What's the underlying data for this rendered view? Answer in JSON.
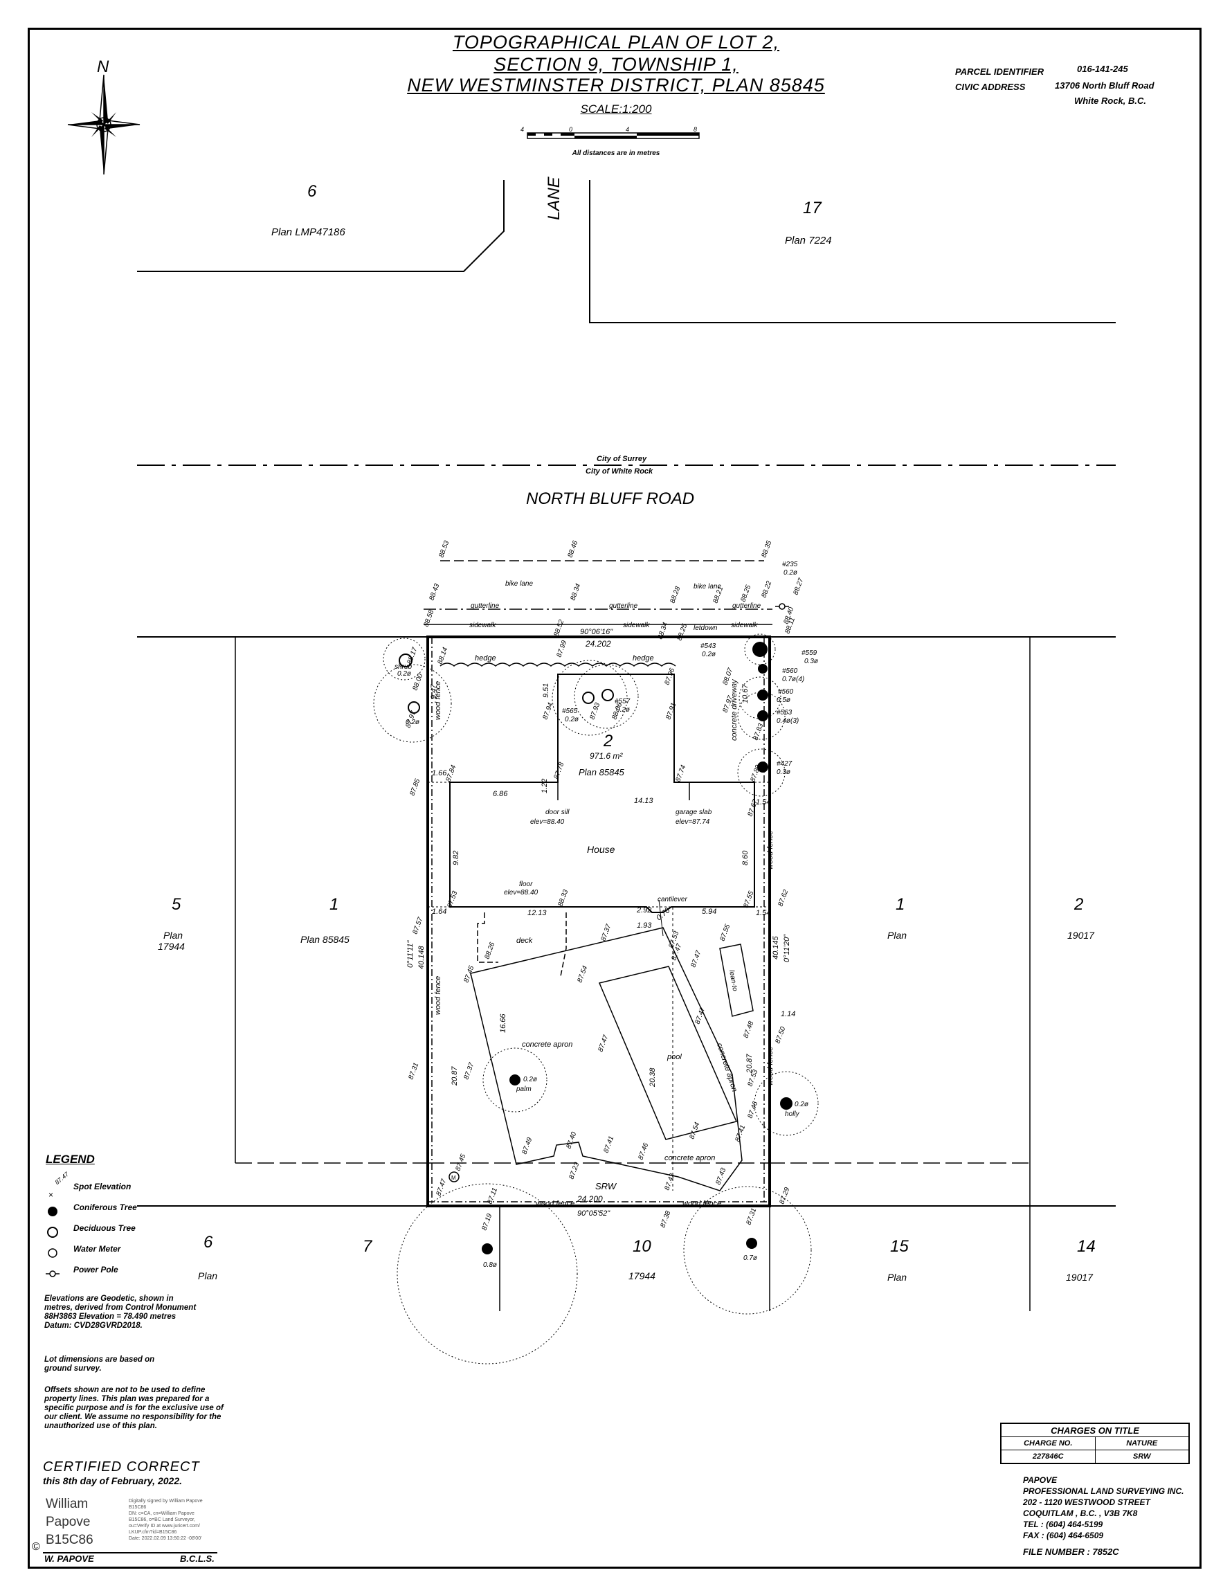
{
  "title": {
    "line1": "TOPOGRAPHICAL PLAN OF LOT 2,",
    "line2": "SECTION 9, TOWNSHIP 1,",
    "line3": "NEW WESTMINSTER DISTRICT, PLAN 85845"
  },
  "scale": {
    "label": "SCALE:1:200",
    "ticks": [
      "4",
      "0",
      "4",
      "8"
    ],
    "note": "All distances are in metres"
  },
  "parcel": {
    "pid_label": "PARCEL IDENTIFIER",
    "pid_value": "016-141-245",
    "civic_label": "CIVIC ADDRESS",
    "civic_line1": "13706 North Bluff Road",
    "civic_line2": "White Rock, B.C."
  },
  "north_label": "N",
  "map": {
    "lot6_top": "6",
    "lot6_top_plan": "Plan LMP47186",
    "lane": "LANE",
    "lot17": "17",
    "lot17_plan": "Plan 7224",
    "boundary_surrey": "City of Surrey",
    "boundary_whiterock": "City of White Rock",
    "road": "NORTH BLUFF ROAD",
    "lot5": "5",
    "lot5_plan": "Plan",
    "lot5_plan_no": "17944",
    "lot1_left": "1",
    "lot1_left_plan": "Plan 85845",
    "lot1_right": "1",
    "lot1_right_plan": "Plan",
    "lot2_right": "2",
    "lot2_right_plan": "19017",
    "lot6_bottom": "6",
    "lot6_bottom_plan": "Plan",
    "lot7": "7",
    "lot10": "10",
    "lot10_plan": "17944",
    "lot15": "15",
    "lot15_plan": "Plan",
    "lot14": "14",
    "lot14_plan": "19017",
    "subject_lot": "2",
    "subject_area": "971.6 m²",
    "subject_plan": "Plan 85845",
    "house": "House",
    "door_sill": "door sill",
    "door_sill_elev": "elev=88.40",
    "garage_slab": "garage slab",
    "garage_slab_elev": "elev=87.74",
    "floor": "floor",
    "floor_elev": "elev=88.40",
    "cantilever": "cantilever",
    "deck": "deck",
    "pool": "pool",
    "concrete_apron": "concrete apron",
    "concrete_driveway": "concrete driveway",
    "lean_to": "lean-to",
    "hedge": "hedge",
    "wood_fence": "wood fence",
    "srw": "SRW",
    "bike_lane": "bike lane",
    "gutterline": "gutterline",
    "sidewalk": "sidewalk",
    "letdown": "letdown",
    "front_dim": "24.202",
    "front_bearing": "90°06'16\"",
    "rear_dim": "24.200",
    "rear_bearing": "90°05'52\"",
    "left_dim": "40.148",
    "left_bearing": "0°11'11\"",
    "right_dim": "40.145",
    "right_bearing": "0°11'20\"",
    "trees": [
      {
        "tag": "",
        "dia": "0.2ø",
        "note": "shrub"
      },
      {
        "tag": "",
        "dia": "0.2ø",
        "note": ""
      },
      {
        "tag": "#565",
        "dia": "0.2ø",
        "note": ""
      },
      {
        "tag": "#557",
        "dia": "0.2ø",
        "note": ""
      },
      {
        "tag": "#543",
        "dia": "0.2ø",
        "note": ""
      },
      {
        "tag": "#235",
        "dia": "0.2ø",
        "note": ""
      },
      {
        "tag": "#559",
        "dia": "0.3ø",
        "note": ""
      },
      {
        "tag": "#560",
        "dia": "0.7ø(4)",
        "note": ""
      },
      {
        "tag": "#560",
        "dia": "0.5ø",
        "note": ""
      },
      {
        "tag": "#563",
        "dia": "0.4ø(3)",
        "note": ""
      },
      {
        "tag": "#427",
        "dia": "0.3ø",
        "note": ""
      },
      {
        "tag": "",
        "dia": "0.2ø",
        "note": "palm"
      },
      {
        "tag": "",
        "dia": "0.2ø",
        "note": "holly"
      },
      {
        "tag": "",
        "dia": "0.8ø",
        "note": ""
      },
      {
        "tag": "",
        "dia": "0.7ø",
        "note": ""
      }
    ],
    "elevations": [
      "88.53",
      "88.46",
      "88.35",
      "88.43",
      "88.34",
      "88.28",
      "88.21",
      "88.25",
      "88.22",
      "88.27",
      "88.58",
      "88.52",
      "88.34",
      "88.25",
      "88.40",
      "88.11",
      "88.17",
      "88.14",
      "88.00",
      "87.99",
      "87.96",
      "88.07",
      "87.93",
      "88.06",
      "87.94",
      "87.91",
      "87.97",
      "87.83",
      "87.97",
      "87.85",
      "87.84",
      "87.78",
      "87.74",
      "87.80",
      "87.67",
      "87.57",
      "87.53",
      "88.33",
      "87.37",
      "87.55",
      "87.62",
      "87.45",
      "88.26",
      "87.54",
      "87.47",
      "87.53",
      "87.47",
      "87.47",
      "87.55",
      "87.31",
      "87.37",
      "87.47",
      "87.48",
      "87.50",
      "87.49",
      "87.40",
      "87.41",
      "87.46",
      "87.54",
      "87.53",
      "87.46",
      "87.41",
      "87.45",
      "87.23",
      "87.42",
      "87.43",
      "87.47",
      "87.11",
      "87.19",
      "87.38",
      "87.31",
      "87.29",
      "87.32"
    ],
    "dims": [
      "9.47",
      "9.51",
      "1.66",
      "6.86",
      "1.22",
      "14.13",
      "10.67",
      "1.54",
      "9.82",
      "8.60",
      "1.64",
      "12.13",
      "2.92",
      "1.93",
      "0.70",
      "5.94",
      "1.54",
      "16.66",
      "20.87",
      "20.38",
      "20.87",
      "1.14"
    ]
  },
  "legend": {
    "heading": "LEGEND",
    "spot_sample": "87.47",
    "items": [
      "Spot Elevation",
      "Coniferous Tree",
      "Deciduous Tree",
      "Water Meter",
      "Power Pole"
    ]
  },
  "notes": {
    "n1": "Elevations are Geodetic, shown in metres, derived from Control Monument 88H3863 Elevation = 78.490 metres Datum: CVD28GVRD2018.",
    "n2": "Lot dimensions are based on ground survey.",
    "n3": "Offsets shown are not to be used to define property lines. This plan was prepared for a specific purpose and is for the exclusive use of our client. We assume no responsibility for the unauthorized use of this plan."
  },
  "certification": {
    "line1": "CERTIFIED CORRECT",
    "line2": "this 8th day of February, 2022.",
    "sig_line1": "William",
    "sig_line2": "Papove",
    "sig_line3": "B15C86",
    "digital_1": "Digitally signed by William Papove",
    "digital_2": "B15C86",
    "digital_3": "DN: c=CA, cn=William Papove",
    "digital_4": "B15C86, o=BC Land Surveyor,",
    "digital_5": "ou=Verify ID at www.juricert.com/",
    "digital_6": "LKUP.cfm?id=B15C86",
    "digital_7": "Date: 2022.02.09 13:50:22 -08'00'",
    "copyright": "©",
    "surveyor": "W. PAPOVE",
    "designation": "B.C.L.S."
  },
  "charges": {
    "heading": "CHARGES ON TITLE",
    "col1": "CHARGE NO.",
    "col2": "NATURE",
    "rows": [
      {
        "no": "227846C",
        "nature": "SRW"
      }
    ]
  },
  "company": {
    "line1": "PAPOVE",
    "line2": "PROFESSIONAL LAND SURVEYING INC.",
    "line3": "202 - 1120 WESTWOOD STREET",
    "line4": "COQUITLAM , B.C. , V3B 7K8",
    "line5": "TEL : (604) 464-5199",
    "line6": "FAX : (604) 464-6509"
  },
  "file_number": "FILE NUMBER :  7852C"
}
